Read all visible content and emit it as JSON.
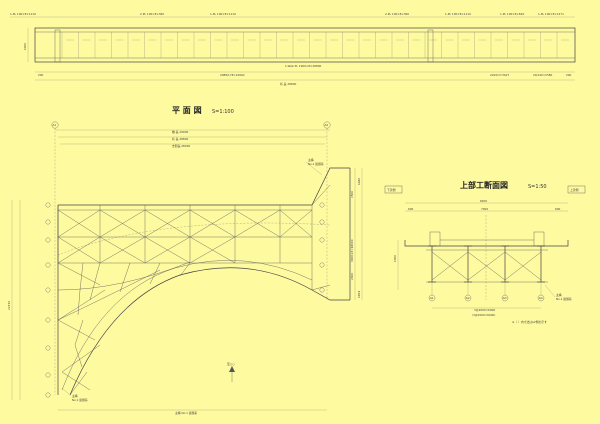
{
  "elevation": {
    "top_labels": [
      "1-PL 100×8×1110",
      "2-PL 100×8×360",
      "1-PL 100×8×1110",
      "2-PL 100×8×360",
      "1-PL 100×8×1110",
      "1-PL 100×8×649",
      "1-PL 100×8×1271"
    ],
    "bottom_label": "1-Web PL 1900×8×28800",
    "dims": [
      "200",
      "2088/178=22662",
      "2010/3=3627",
      "20/140=2580",
      "200"
    ],
    "total_label": "桁 長 28800",
    "height_label": "1000"
  },
  "plan": {
    "title": "平 面 図",
    "scale": "S=1:100",
    "dims_top": [
      "橋 長 29000",
      "桁 長 28800",
      "支間長 28200"
    ],
    "left_dim": "22313",
    "right_dims": [
      "1446",
      "2500",
      "3000×6=18000",
      "2000",
      "1454"
    ],
    "note_right": [
      "主構",
      "No.1 連鎖系"
    ],
    "note_left": [
      "主構",
      "No.1 連鎖系"
    ],
    "note_bottom": "主構 No.1 連鎖系",
    "marker_a1": "A1",
    "marker_a2": "A2",
    "north_label": "至○○"
  },
  "section": {
    "title": "上部工断面図",
    "scale": "S=1:50",
    "left_box": "下流側",
    "right_box": "上流側",
    "dims_top": [
      "8200",
      "600",
      "7000",
      "600"
    ],
    "dim_bottom": [
      "3@2000=6000",
      "(3@2000=6000)"
    ],
    "note": [
      "主構",
      "No.1 連鎖系"
    ],
    "girder_labels": [
      "G1",
      "G2",
      "G3",
      "G4"
    ],
    "footnote": "※（ ）内寸法はA2側を示す"
  }
}
